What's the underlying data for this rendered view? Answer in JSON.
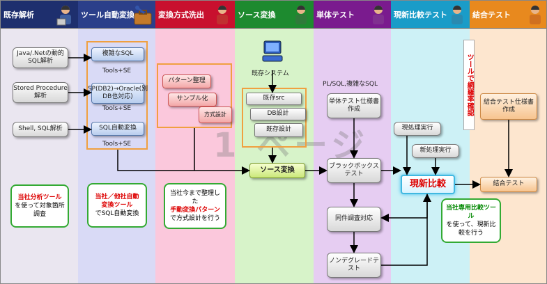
{
  "lanes": [
    {
      "title": "既存解析",
      "color": "#1e2f6e",
      "bg": "#eae6f0"
    },
    {
      "title": "ツール自動変換",
      "color": "#2b3f8a",
      "bg": "#d9daf6"
    },
    {
      "title": "変換方式洗出",
      "color": "#c8102e",
      "bg": "#fbc8dc"
    },
    {
      "title": "ソース変換",
      "color": "#1d8a2f",
      "bg": "#d7f3c9"
    },
    {
      "title": "単体テスト",
      "color": "#7a1b8e",
      "bg": "#e6cdf2"
    },
    {
      "title": "現新比較テスト",
      "color": "#1a9cc8",
      "bg": "#cdf1f6"
    },
    {
      "title": "結合テスト",
      "color": "#e8891e",
      "bg": "#fde6cf"
    }
  ],
  "analysis": {
    "java": "Java/.Netの動的SQL解析",
    "stored": "Stored Procedure解析",
    "shell": "Shell, SQL解析",
    "note_red": "当社分析ツール",
    "note_rest": "を使って対象箇所調査"
  },
  "tool": {
    "complex_sql": "複雑なSQL",
    "tools_se_1": "Tools+SE",
    "sp_convert": "SP(DB2)→Oracle(別DB也対応)",
    "tools_se_2": "Tools+SE",
    "sql_auto": "SQL自動変換",
    "tools_se_3": "Tools+SE",
    "note_line1": "当社／他社自動",
    "note_line2": "変換ツール",
    "note_line3": "でSQL自動変換"
  },
  "method": {
    "pattern": "パターン整理",
    "sample": "サンプル化",
    "design": "方式設計",
    "note_a": "当社今まで整理した",
    "note_b": "手動変換パターン",
    "note_c": "で方式設計を行う"
  },
  "source": {
    "system_label": "既存システム",
    "existing_src": "既存src",
    "db_design": "DB設計",
    "existing_design": "既存設計",
    "convert": "ソース変換",
    "watermark": "1 ページ"
  },
  "unit": {
    "plsql": "PL/SQL,複雑なSQL",
    "spec": "単体テスト仕様書作成",
    "blackbox": "ブラックボックステスト",
    "same_check": "同件調査対応",
    "nondegrade": "ノンデグレードテスト"
  },
  "compare": {
    "current": "現処理実行",
    "new": "新処理実行",
    "compare_big": "現新比較",
    "vertical": "ツールで網羅率確認",
    "note_a": "当社専用比較ツール",
    "note_b": "を使って、現新比較を行う"
  },
  "integ": {
    "spec": "結合テスト仕様書作成",
    "test": "結合テスト"
  }
}
